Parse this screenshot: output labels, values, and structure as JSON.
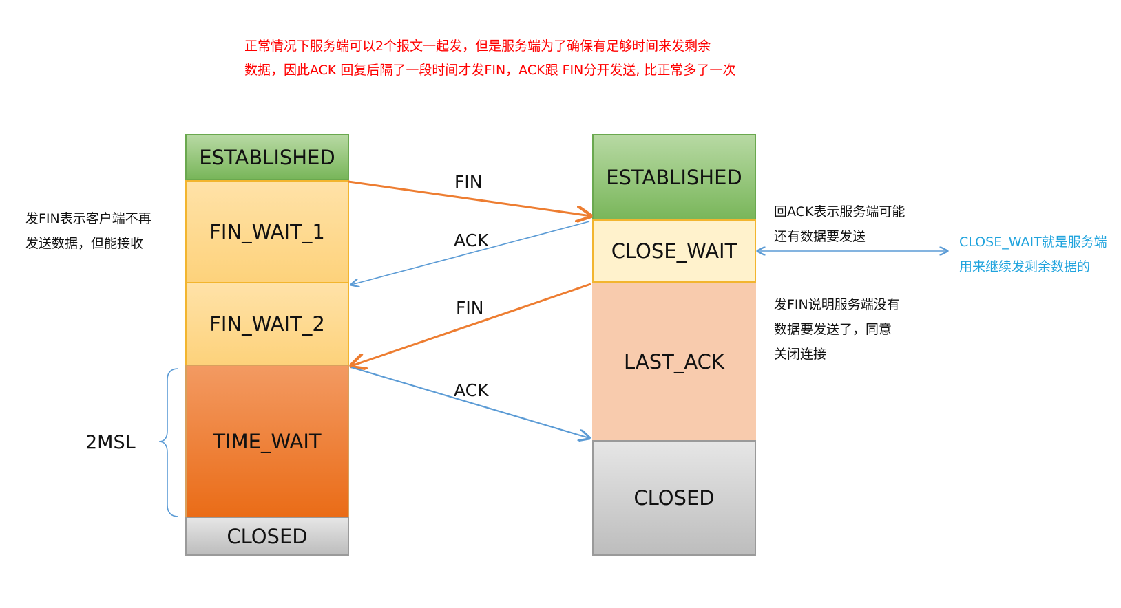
{
  "top_note": {
    "line1": "正常情况下服务端可以2个报文一起发，但是服务端为了确保有足够时间来发剩余",
    "line2": "数据，因此ACK 回复后隔了一段时间才发FIN，ACK跟 FIN分开发送, 比正常多了一次"
  },
  "client": {
    "established": "ESTABLISHED",
    "fin_wait_1": "FIN_WAIT_1",
    "fin_wait_2": "FIN_WAIT_2",
    "time_wait": "TIME_WAIT",
    "closed": "CLOSED"
  },
  "server": {
    "established": "ESTABLISHED",
    "close_wait": "CLOSE_WAIT",
    "last_ack": "LAST_ACK",
    "closed": "CLOSED"
  },
  "messages": {
    "fin1": "FIN",
    "ack1": "ACK",
    "fin2": "FIN",
    "ack2": "ACK"
  },
  "notes": {
    "client_fin": {
      "line1": "发FIN表示客户端不再",
      "line2": "发送数据，但能接收"
    },
    "server_ack": {
      "line1": "回ACK表示服务端可能",
      "line2": "还有数据要发送"
    },
    "server_fin": {
      "line1": "发FIN说明服务端没有",
      "line2": "数据要发送了，同意",
      "line3": "关闭连接"
    },
    "close_wait_note": {
      "line1": "CLOSE_WAIT就是服务端",
      "line2": "用来继续发剩余数据的"
    }
  },
  "msl_label": "2MSL",
  "colors": {
    "fin_arrow": "#ed7d31",
    "ack_arrow": "#5b9bd5",
    "top_note": "#ff0000",
    "close_wait_note": "#1fa3dd"
  }
}
